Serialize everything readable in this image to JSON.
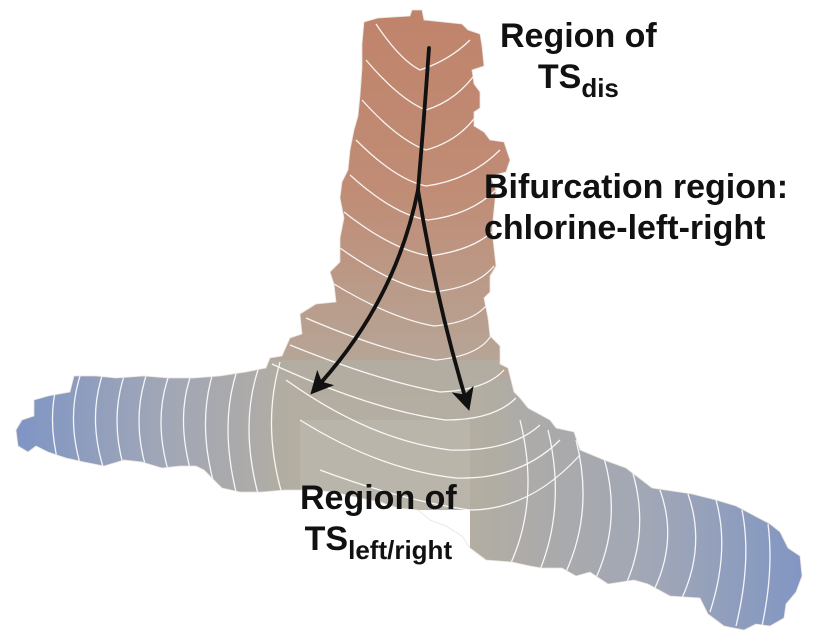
{
  "labels": {
    "top": {
      "line1": "Region of",
      "line2_main": "TS",
      "line2_sub": "dis"
    },
    "bifurcation": {
      "line1": "Bifurcation region:",
      "line2": "chlorine-left-right"
    },
    "bottom": {
      "line1": "Region of",
      "line2_main": "TS",
      "line2_sub": "left/right"
    }
  },
  "colors": {
    "high": "#c0836a",
    "mid": "#b3ada2",
    "low": "#7b93c6",
    "contour": "#ffffff",
    "arrow": "#111111"
  }
}
